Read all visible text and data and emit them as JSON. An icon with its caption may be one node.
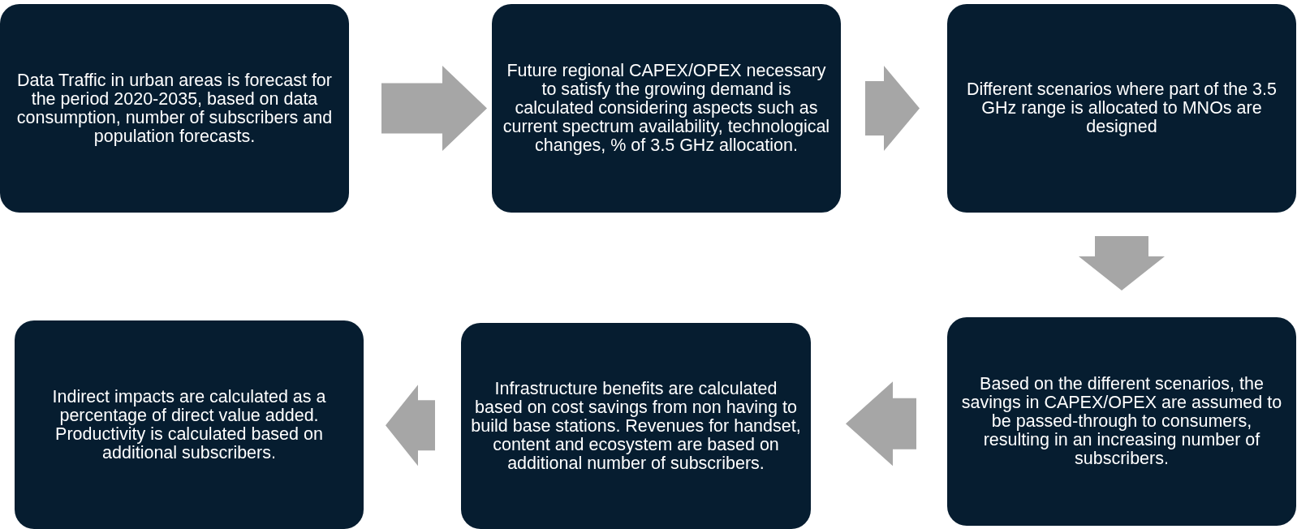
{
  "diagram": {
    "nodes": [
      {
        "text": [
          "Data Traffic in urban areas is forecast for the period 2020-2035, based on data consumption, number of subscribers and population forecasts."
        ]
      },
      {
        "text": [
          "Future regional CAPEX/OPEX necessary to satisfy the growing demand is calculated considering aspects such as current spectrum availability, technological changes, % of 3.5 GHz allocation."
        ]
      },
      {
        "text": [
          "Different scenarios where part of the 3.5 GHz range is allocated to MNOs are designed"
        ]
      },
      {
        "text": [
          "Based on the different scenarios, the savings in CAPEX/OPEX are assumed to be passed-through to consumers, resulting in an increasing number of subscribers."
        ]
      },
      {
        "text": [
          "Infrastructure benefits are calculated based on cost savings from non having to build base stations. Revenues for handset, content and ecosystem are based on additional number of subscribers."
        ]
      },
      {
        "text": [
          "Indirect impacts are calculated as a percentage of direct value added. Productivity is calculated based on additional subscribers."
        ]
      }
    ],
    "edges": [
      {
        "from": 0,
        "to": 1,
        "arrow": "to"
      },
      {
        "from": 1,
        "to": 2,
        "arrow": "to"
      },
      {
        "from": 2,
        "to": 3,
        "arrow": "to"
      },
      {
        "from": 3,
        "to": 4,
        "arrow": "to"
      },
      {
        "from": 4,
        "to": 5,
        "arrow": "to"
      }
    ]
  }
}
